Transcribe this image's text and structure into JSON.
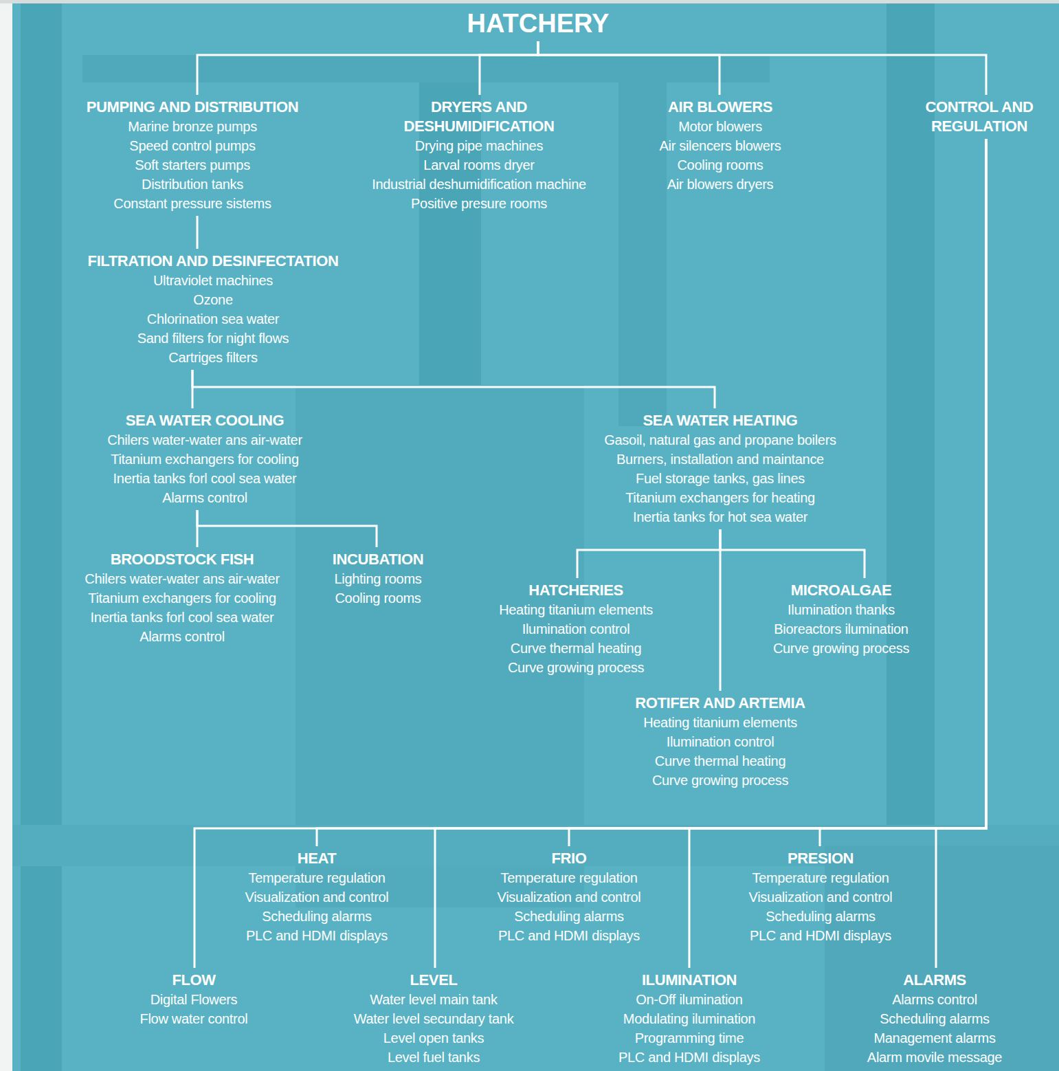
{
  "diagram": {
    "nodes": [
      {
        "text": [
          "HATCHERY"
        ]
      },
      {
        "text": [
          "PUMPING AND DISTRIBUTION",
          "Marine bronze pumps",
          "Speed control pumps",
          "Soft starters pumps",
          "Distribution tanks",
          "Constant pressure sistems"
        ]
      },
      {
        "text": [
          "DRYERS AND DESHUMIDIFICATION",
          "Drying pipe machines",
          "Larval rooms dryer",
          "Industrial deshumidification machine",
          "Positive presure rooms"
        ]
      },
      {
        "text": [
          "AIR BLOWERS",
          "Motor blowers",
          "Air silencers blowers",
          "Cooling rooms",
          "Air blowers dryers"
        ]
      },
      {
        "text": [
          "CONTROL AND REGULATION"
        ]
      },
      {
        "text": [
          "FILTRATION AND DESINFECTATION",
          "Ultraviolet machines",
          "Ozone",
          "Chlorination sea water",
          "Sand filters for night flows",
          "Cartriges filters"
        ]
      },
      {
        "text": [
          "SEA WATER COOLING",
          "Chilers water-water ans air-water",
          "Titanium exchangers for cooling",
          "Inertia tanks forl cool sea water",
          "Alarms control"
        ]
      },
      {
        "text": [
          "SEA WATER HEATING",
          "Gasoil, natural gas and propane boilers",
          "Burners, installation and maintance",
          "Fuel storage tanks, gas lines",
          "Titanium exchangers for heating",
          "Inertia tanks for hot sea water"
        ]
      },
      {
        "text": [
          "BROODSTOCK FISH",
          "Chilers water-water ans air-water",
          "Titanium exchangers for cooling",
          "Inertia tanks forl cool sea water",
          "Alarms control"
        ]
      },
      {
        "text": [
          "INCUBATION",
          "Lighting rooms",
          "Cooling rooms"
        ]
      },
      {
        "text": [
          "HATCHERIES",
          "Heating titanium elements",
          "Ilumination control",
          "Curve thermal heating",
          "Curve growing process"
        ]
      },
      {
        "text": [
          "MICROALGAE",
          "Ilumination thanks",
          "Bioreactors ilumination",
          "Curve growing process"
        ]
      },
      {
        "text": [
          "ROTIFER AND ARTEMIA",
          "Heating titanium elements",
          "Ilumination control",
          "Curve thermal heating",
          "Curve growing process"
        ]
      },
      {
        "text": [
          "HEAT",
          "Temperature regulation",
          "Visualization and control",
          "Scheduling alarms",
          "PLC and HDMI displays"
        ]
      },
      {
        "text": [
          "FRIO",
          "Temperature regulation",
          "Visualization and control",
          "Scheduling alarms",
          "PLC and HDMI displays"
        ]
      },
      {
        "text": [
          "PRESION",
          "Temperature regulation",
          "Visualization and control",
          "Scheduling alarms",
          "PLC and HDMI displays"
        ]
      },
      {
        "text": [
          "FLOW",
          "Digital Flowers",
          "Flow water control"
        ]
      },
      {
        "text": [
          "LEVEL",
          "Water level main tank",
          "Water level secundary tank",
          "Level open tanks",
          "Level fuel tanks"
        ]
      },
      {
        "text": [
          "ILUMINATION",
          "On-Off ilumination",
          "Modulating ilumination",
          "Programming time",
          "PLC and HDMI displays"
        ]
      },
      {
        "text": [
          "ALARMS",
          "Alarms control",
          "Scheduling alarms",
          "Management alarms",
          "Alarm movile message"
        ]
      }
    ],
    "edges": [
      {
        "from": 0,
        "to": 1,
        "arrow": "none"
      },
      {
        "from": 0,
        "to": 2,
        "arrow": "none"
      },
      {
        "from": 0,
        "to": 3,
        "arrow": "none"
      },
      {
        "from": 0,
        "to": 4,
        "arrow": "none"
      },
      {
        "from": 1,
        "to": 5,
        "arrow": "none"
      },
      {
        "from": 5,
        "to": 6,
        "arrow": "none"
      },
      {
        "from": 5,
        "to": 7,
        "arrow": "none"
      },
      {
        "from": 6,
        "to": 8,
        "arrow": "none"
      },
      {
        "from": 6,
        "to": 9,
        "arrow": "none"
      },
      {
        "from": 7,
        "to": 10,
        "arrow": "none"
      },
      {
        "from": 7,
        "to": 11,
        "arrow": "none"
      },
      {
        "from": 7,
        "to": 12,
        "arrow": "none"
      },
      {
        "from": 4,
        "to": 13,
        "arrow": "none"
      },
      {
        "from": 4,
        "to": 14,
        "arrow": "none"
      },
      {
        "from": 4,
        "to": 15,
        "arrow": "none"
      },
      {
        "from": 4,
        "to": 16,
        "arrow": "none"
      },
      {
        "from": 4,
        "to": 17,
        "arrow": "none"
      },
      {
        "from": 4,
        "to": 18,
        "arrow": "none"
      },
      {
        "from": 4,
        "to": 19,
        "arrow": "none"
      }
    ]
  }
}
